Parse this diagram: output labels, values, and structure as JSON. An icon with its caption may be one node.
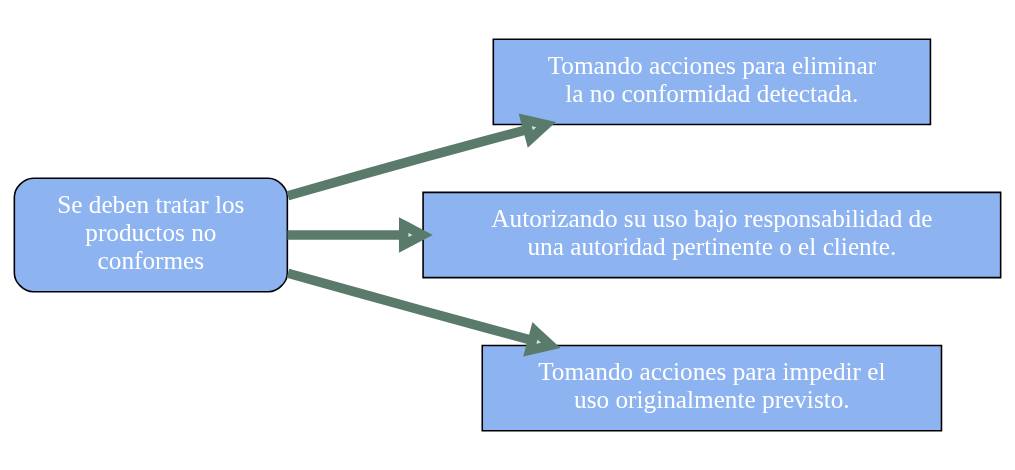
{
  "diagram": {
    "nodes": [
      {
        "text": [
          "Se deben tratar los productos no conformes"
        ]
      },
      {
        "text": [
          "Tomando acciones para eliminar la no conformidad detectada."
        ]
      },
      {
        "text": [
          "Autorizando su uso bajo responsabilidad de una autoridad pertinente o el cliente."
        ]
      },
      {
        "text": [
          "Tomando acciones para impedir el uso originalmente previsto."
        ]
      }
    ],
    "edges": [
      {
        "from": 0,
        "to": 1,
        "arrow": "to"
      },
      {
        "from": 0,
        "to": 2,
        "arrow": "to"
      },
      {
        "from": 0,
        "to": 3,
        "arrow": "to"
      }
    ]
  }
}
